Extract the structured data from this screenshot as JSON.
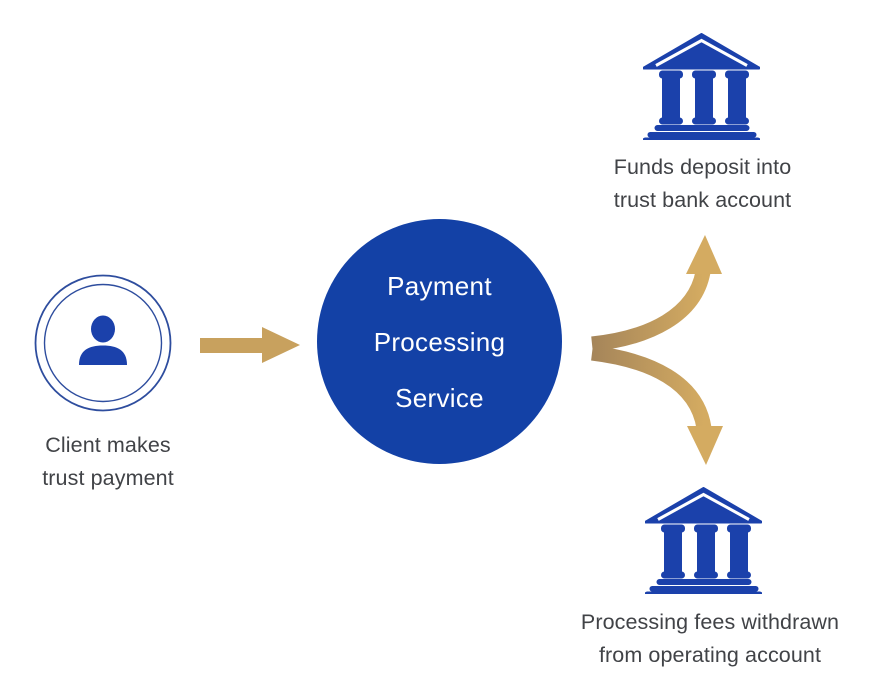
{
  "colors": {
    "background": "#ffffff",
    "node_blue": "#1341A6",
    "icon_blue": "#1B41AB",
    "ring_blue": "#2E4D9E",
    "arrow_gold": "#C8A15E",
    "arrow_gold_dark": "#A5855A",
    "arrow_gold_light": "#D4AB61",
    "label_text": "#414347",
    "circle_text": "#ffffff"
  },
  "diagram": {
    "client": {
      "icon": "person-in-double-ring-icon",
      "label_line1": "Client makes",
      "label_line2": "trust payment"
    },
    "processor": {
      "shape": "circle",
      "line1": "Payment",
      "line2": "Processing",
      "line3": "Service"
    },
    "trust_bank": {
      "icon": "bank-icon",
      "label_line1": "Funds deposit into",
      "label_line2": "trust bank account"
    },
    "operating_bank": {
      "icon": "bank-icon",
      "label_line1": "Processing fees withdrawn",
      "label_line2": "from operating account"
    },
    "flows": [
      {
        "from": "client",
        "to": "processor",
        "style": "straight-gold-arrow"
      },
      {
        "from": "processor",
        "to": "trust_bank",
        "style": "curved-gold-arrow-up"
      },
      {
        "from": "processor",
        "to": "operating_bank",
        "style": "curved-gold-arrow-down"
      }
    ]
  }
}
